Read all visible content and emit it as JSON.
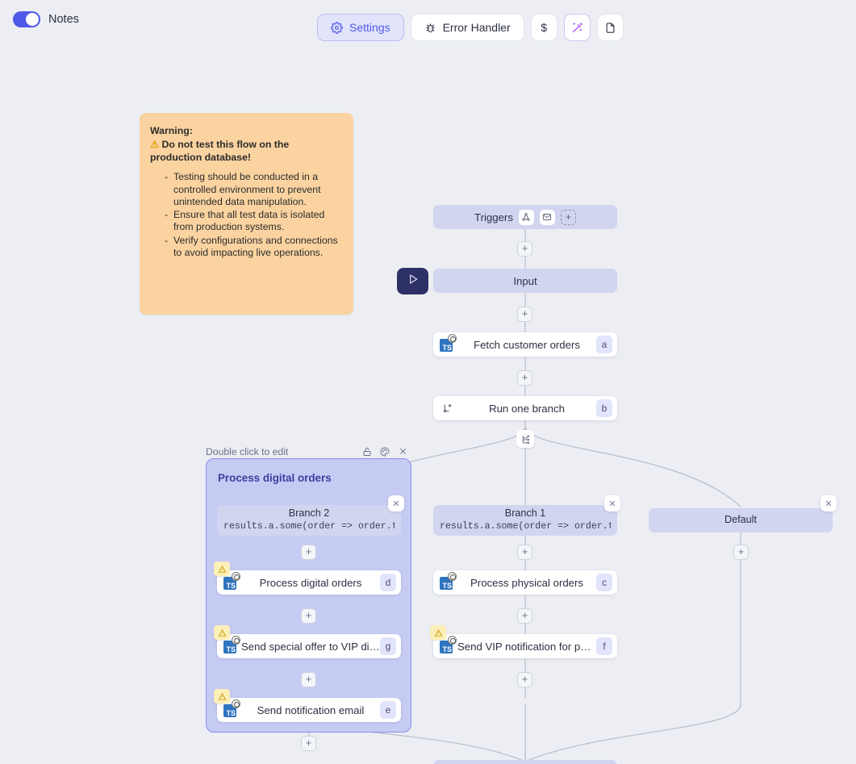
{
  "header": {
    "notes_label": "Notes",
    "notes_toggle_on": true,
    "toolbar": [
      {
        "id": "settings",
        "label": "Settings",
        "icon": "gear-icon",
        "active": true
      },
      {
        "id": "error-handler",
        "label": "Error Handler",
        "icon": "bug-icon",
        "active": false
      },
      {
        "id": "cost",
        "label": "$",
        "icon": "dollar-icon",
        "active": false
      },
      {
        "id": "magic",
        "label": "",
        "icon": "magic-wand-icon",
        "active": false
      },
      {
        "id": "document",
        "label": "",
        "icon": "file-icon",
        "active": false
      }
    ]
  },
  "note": {
    "title": "Warning:",
    "subtitle": "Do not test this flow on the production database!",
    "warning_emoji": "⚠",
    "bullets": [
      "Testing should be conducted in a controlled environment to prevent unintended data manipulation.",
      "Ensure that all test data is isolated from production systems.",
      "Verify configurations and connections to avoid impacting live operations."
    ],
    "bg_color": "#fad3a0"
  },
  "graph": {
    "triggers": {
      "label": "Triggers",
      "chips": [
        "webhook-icon",
        "email-icon",
        "add-trigger-icon"
      ]
    },
    "input": {
      "label": "Input"
    },
    "play_button": {
      "icon": "play-icon"
    },
    "nodes": [
      {
        "id": "fetch",
        "label": "Fetch customer orders",
        "letter": "a",
        "icon": "typescript-icon",
        "warning": false
      },
      {
        "id": "run-branch",
        "label": "Run one branch",
        "letter": "b",
        "icon": "branch-icon",
        "warning": false
      },
      {
        "id": "process-physical",
        "label": "Process physical orders",
        "letter": "c",
        "icon": "typescript-icon",
        "warning": false
      },
      {
        "id": "vip-physical",
        "label": "Send VIP notification for physical...",
        "letter": "f",
        "icon": "typescript-icon",
        "warning": true
      },
      {
        "id": "process-digital",
        "label": "Process digital orders",
        "letter": "d",
        "icon": "typescript-icon",
        "warning": true
      },
      {
        "id": "vip-digital",
        "label": "Send special offer to VIP digital c...",
        "letter": "g",
        "icon": "typescript-icon",
        "warning": true
      },
      {
        "id": "notify-email",
        "label": "Send notification email",
        "letter": "e",
        "icon": "typescript-icon",
        "warning": true
      }
    ],
    "branches": [
      {
        "id": "branch-2",
        "name": "Branch 2",
        "expression": "results.a.some(order => order.type"
      },
      {
        "id": "branch-1",
        "name": "Branch 1",
        "expression": "results.a.some(order => order.type"
      },
      {
        "id": "default",
        "name": "Default",
        "expression": ""
      }
    ],
    "group": {
      "hint": "Double click to edit",
      "title": "Process digital orders",
      "tools": [
        "lock-icon",
        "palette-icon",
        "close-icon"
      ],
      "bg_color": "#c6cbf4",
      "border_color": "#8a90e6"
    },
    "split_icon": "branch-split-icon",
    "add_label": "+"
  }
}
